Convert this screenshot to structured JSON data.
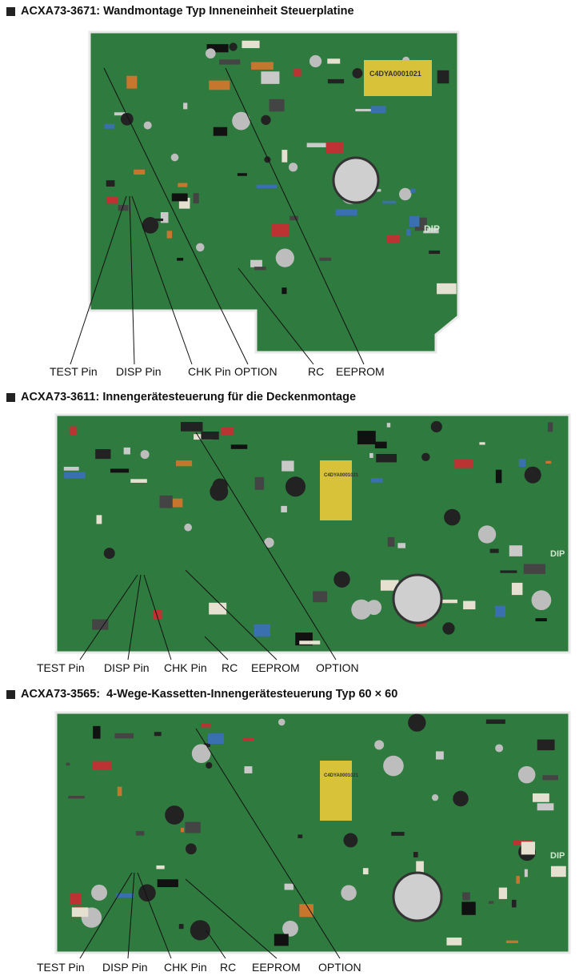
{
  "sections": [
    {
      "title": "ACXA73-3671: Wandmontage Typ Inneneinheit Steuerplatine",
      "labels": [
        "TEST Pin",
        "DISP Pin",
        "CHK Pin",
        "OPTION",
        "RC",
        "EEPROM"
      ],
      "board_marks": {
        "chip": "C4DYA0001021",
        "dip": "DIP"
      }
    },
    {
      "title": "ACXA73-3611: Innengerätesteuerung für die Deckenmontage",
      "labels": [
        "TEST Pin",
        "DISP Pin",
        "CHK Pin",
        "RC",
        "EEPROM",
        "OPTION"
      ],
      "board_marks": {
        "chip": "C4DYA0001021",
        "dip": "DIP"
      }
    },
    {
      "title": "ACXA73-3565:  4-Wege-Kassetten-Innengerätesteuerung Typ 60 × 60",
      "labels": [
        "TEST Pin",
        "DISP Pin",
        "CHK Pin",
        "RC",
        "EEPROM",
        "OPTION"
      ],
      "board_marks": {
        "chip": "C4DYA0001021",
        "dip": "DIP"
      }
    }
  ],
  "colors": {
    "pcb": "#2f7a3e",
    "pcb_dark": "#1f5a2c",
    "leader": "#111111"
  }
}
